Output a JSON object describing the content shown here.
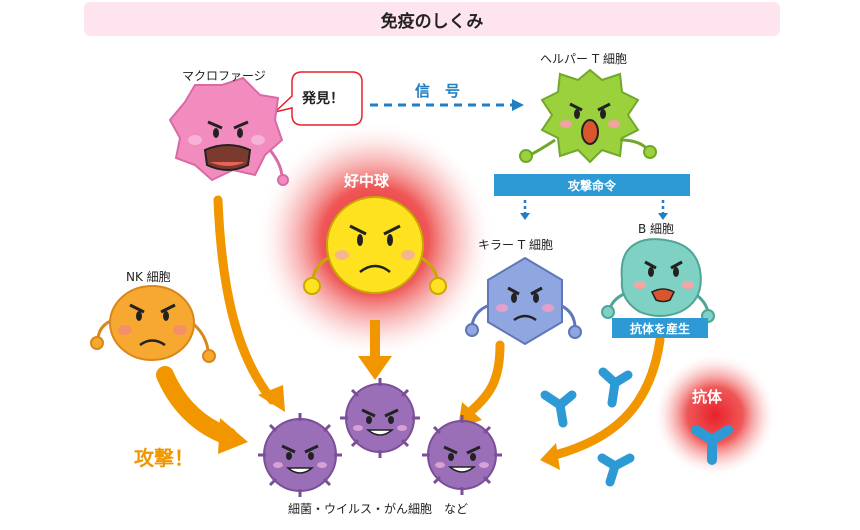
{
  "title": "免疫のしくみ",
  "cells": {
    "macrophage": "マクロファージ",
    "helper_t": "ヘルパー T 細胞",
    "neutrophil": "好中球",
    "killer_t": "キラー T 細胞",
    "b_cell": "B 細胞",
    "nk_cell": "NK 細胞"
  },
  "labels": {
    "discover": "発見！",
    "signal": "信　号",
    "attack_order": "攻撃命令",
    "produce_antibody": "抗体を産生",
    "antibody": "抗体",
    "attack": "攻撃！",
    "targets": "細菌・ウイルス・がん細胞　など"
  },
  "colors": {
    "macrophage": "#f28cbf",
    "helper_t": "#9bd13d",
    "neutrophil": "#ffe21f",
    "killer_t": "#8fa6e0",
    "b_cell": "#7fd1c3",
    "nk_cell": "#f7a830",
    "virus": "#9b6fb8",
    "arrow": "#f29600",
    "blue": "#2d9ad6",
    "glow": "#e8202a"
  }
}
